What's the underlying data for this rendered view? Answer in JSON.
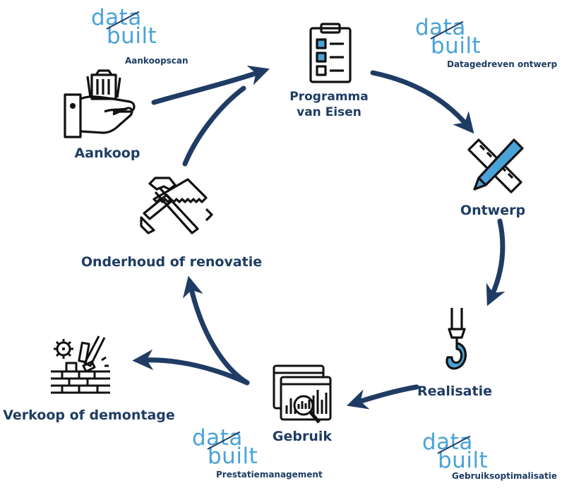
{
  "colors": {
    "navy": "#1f3c64",
    "accent": "#4aa3d8",
    "ink": "#111111"
  },
  "logos": [
    {
      "word1": "data",
      "word2": "built",
      "caption": "Aankoopscan"
    },
    {
      "word1": "data",
      "word2": "built",
      "caption": "Datagedreven ontwerp"
    },
    {
      "word1": "data",
      "word2": "built",
      "caption": "Prestatiemanagement"
    },
    {
      "word1": "data",
      "word2": "built",
      "caption": "Gebruiksoptimalisatie"
    }
  ],
  "stages": {
    "aankoop": {
      "label": "Aankoop",
      "icon": "hand-money-icon"
    },
    "programma": {
      "label_line1": "Programma",
      "label_line2": "van Eisen",
      "icon": "checklist-icon"
    },
    "ontwerp": {
      "label": "Ontwerp",
      "icon": "ruler-pencil-icon"
    },
    "realisatie": {
      "label": "Realisatie",
      "icon": "crane-hook-icon"
    },
    "gebruik": {
      "label": "Gebruik",
      "icon": "monitor-analytics-icon"
    },
    "onderhoud": {
      "label": "Onderhoud of renovatie",
      "icon": "tools-icon"
    },
    "verkoop": {
      "label": "Verkoop of demontage",
      "icon": "demolition-icon"
    }
  }
}
